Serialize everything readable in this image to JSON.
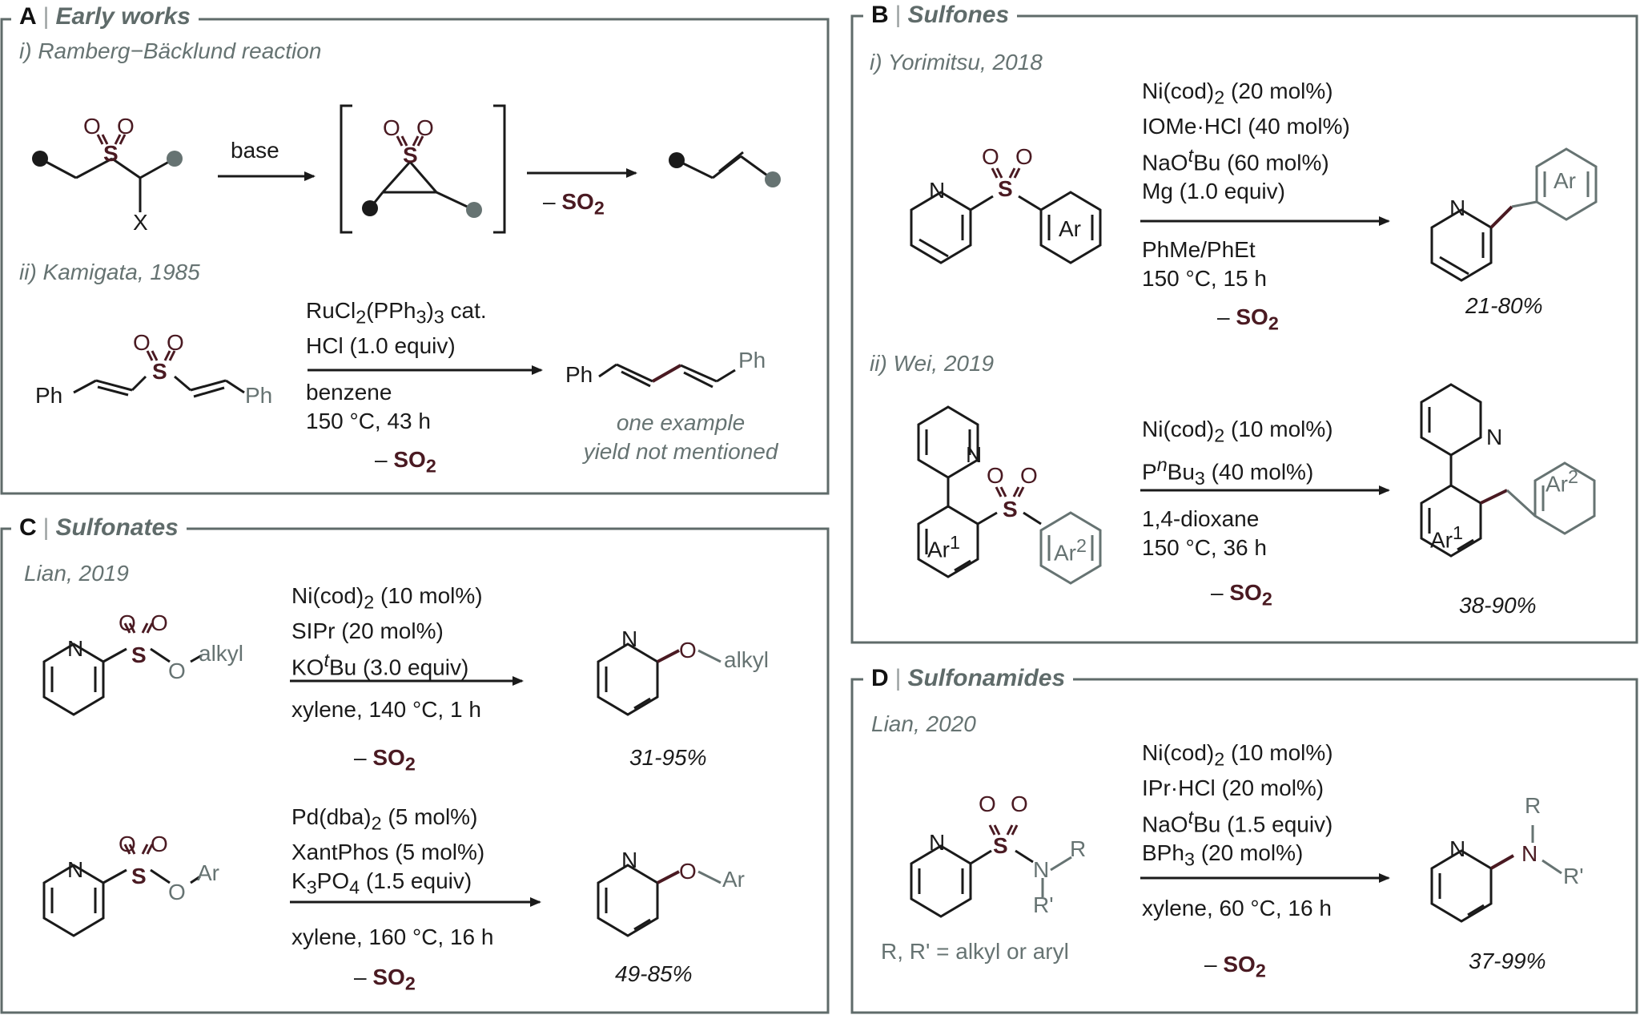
{
  "panels": {
    "A": {
      "letter": "A",
      "title": "Early works",
      "sub_i": "i) Ramberg−Bäcklund reaction",
      "base": "base",
      "minus_so2": "SO",
      "so2_sub": "2",
      "atom_x": "X",
      "sub_ii": "ii) Kamigata, 1985",
      "cond_1": "RuCl",
      "cond_1b": "2",
      "cond_1c": "(PPh",
      "cond_1d": "3",
      "cond_1e": ")",
      "cond_1f": "3",
      "cond_1g": " cat.",
      "cond_2": "HCl (1.0 equiv)",
      "cond_3": "benzene",
      "cond_4": "150 °C, 43 h",
      "ph": "Ph",
      "note_1": "one example",
      "note_2": "yield not mentioned"
    },
    "B": {
      "letter": "B",
      "title": "Sulfones",
      "sub_i": "i) Yorimitsu, 2018",
      "c1": "Ni(cod)",
      "c1s": "2",
      "c1e": " (20 mol%)",
      "c2": "IOMe·HCl (40 mol%)",
      "c3": "NaO",
      "c3s": "t",
      "c3e": "Bu (60 mol%)",
      "c4": "Mg (1.0 equiv)",
      "c5": "PhMe/PhEt",
      "c6": "150 °C, 15 h",
      "yield_i": "21-80%",
      "ar": "Ar",
      "sub_ii": "ii) Wei, 2019",
      "d1": "Ni(cod)",
      "d1s": "2",
      "d1e": " (10 mol%)",
      "d2": "P",
      "d2s": "n",
      "d2e": "Bu",
      "d2f": "3",
      "d2g": " (40 mol%)",
      "d3": "1,4-dioxane",
      "d4": "150 °C, 36 h",
      "yield_ii": "38-90%",
      "ar1": "Ar",
      "ar1s": "1",
      "ar2": "Ar",
      "ar2s": "2"
    },
    "C": {
      "letter": "C",
      "title": "Sulfonates",
      "sub": "Lian, 2019",
      "c1": "Ni(cod)",
      "c1s": "2",
      "c1e": " (10 mol%)",
      "c2": "SIPr (20 mol%)",
      "c3": "KO",
      "c3s": "t",
      "c3e": "Bu (3.0 equiv)",
      "c4": "xylene, 140 °C, 1 h",
      "yield_1": "31-95%",
      "alkyl": "alkyl",
      "e1": "Pd(dba)",
      "e1s": "2",
      "e1e": " (5 mol%)",
      "e2": "XantPhos (5 mol%)",
      "e3": "K",
      "e3s": "3",
      "e3e": "PO",
      "e3f": "4",
      "e3g": " (1.5 equiv)",
      "e4": "xylene, 160 °C, 16 h",
      "yield_2": "49-85%",
      "ar": "Ar"
    },
    "D": {
      "letter": "D",
      "title": "Sulfonamides",
      "sub": "Lian, 2020",
      "c1": "Ni(cod)",
      "c1s": "2",
      "c1e": " (10 mol%)",
      "c2": "IPr·HCl (20 mol%)",
      "c3": "NaO",
      "c3s": "t",
      "c3e": "Bu (1.5 equiv)",
      "c4": "BPh",
      "c4s": "3",
      "c4e": " (20 mol%)",
      "c5": "xylene, 60 °C, 16 h",
      "yield": "37-99%",
      "r": "R",
      "rp": "R'",
      "note": "R, R' = alkyl or aryl"
    }
  },
  "atoms": {
    "S": "S",
    "O": "O",
    "N": "N"
  },
  "colors": {
    "frame": "#5f6b6a",
    "sulfur": "#4a1a22",
    "gray_text": "#667372",
    "black": "#1a1a1a"
  }
}
